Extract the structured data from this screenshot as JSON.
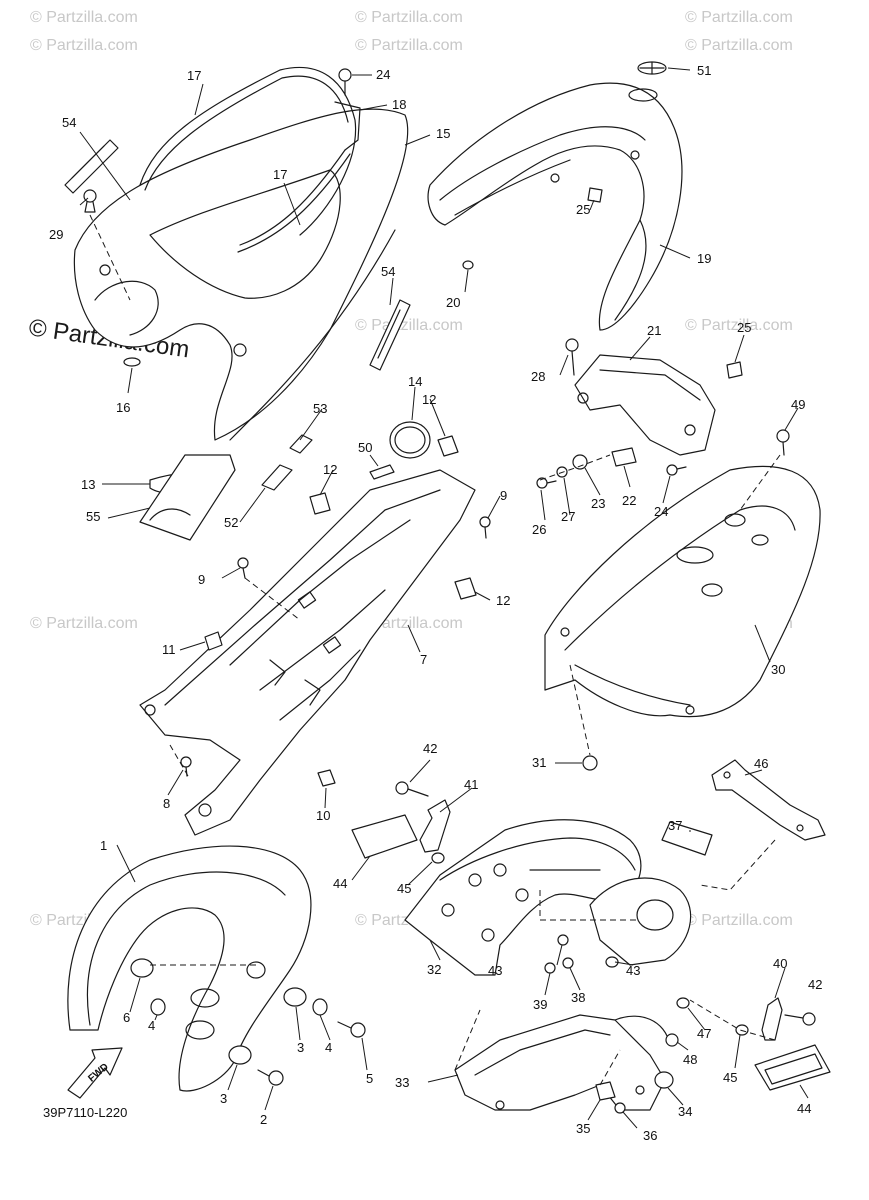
{
  "watermark": {
    "small": "© Partzilla.com",
    "large": "© Partzilla.com"
  },
  "diagram_code": "39P7110-L220",
  "fwd_label": "FWD",
  "callouts": [
    {
      "id": "c1",
      "label": "1"
    },
    {
      "id": "c2",
      "label": "2"
    },
    {
      "id": "c3a",
      "label": "3"
    },
    {
      "id": "c3b",
      "label": "3"
    },
    {
      "id": "c4a",
      "label": "4"
    },
    {
      "id": "c4b",
      "label": "4"
    },
    {
      "id": "c5",
      "label": "5"
    },
    {
      "id": "c6",
      "label": "6"
    },
    {
      "id": "c7",
      "label": "7"
    },
    {
      "id": "c8",
      "label": "8"
    },
    {
      "id": "c9a",
      "label": "9"
    },
    {
      "id": "c9b",
      "label": "9"
    },
    {
      "id": "c10",
      "label": "10"
    },
    {
      "id": "c11",
      "label": "11"
    },
    {
      "id": "c12a",
      "label": "12"
    },
    {
      "id": "c12b",
      "label": "12"
    },
    {
      "id": "c12c",
      "label": "12"
    },
    {
      "id": "c13",
      "label": "13"
    },
    {
      "id": "c14",
      "label": "14"
    },
    {
      "id": "c15",
      "label": "15"
    },
    {
      "id": "c16",
      "label": "16"
    },
    {
      "id": "c17a",
      "label": "17"
    },
    {
      "id": "c17b",
      "label": "17"
    },
    {
      "id": "c18",
      "label": "18"
    },
    {
      "id": "c19",
      "label": "19"
    },
    {
      "id": "c20",
      "label": "20"
    },
    {
      "id": "c21",
      "label": "21"
    },
    {
      "id": "c22",
      "label": "22"
    },
    {
      "id": "c23",
      "label": "23"
    },
    {
      "id": "c24a",
      "label": "24"
    },
    {
      "id": "c24b",
      "label": "24"
    },
    {
      "id": "c25a",
      "label": "25"
    },
    {
      "id": "c25b",
      "label": "25"
    },
    {
      "id": "c26",
      "label": "26"
    },
    {
      "id": "c27",
      "label": "27"
    },
    {
      "id": "c28",
      "label": "28"
    },
    {
      "id": "c29",
      "label": "29"
    },
    {
      "id": "c30",
      "label": "30"
    },
    {
      "id": "c31",
      "label": "31"
    },
    {
      "id": "c32",
      "label": "32"
    },
    {
      "id": "c33",
      "label": "33"
    },
    {
      "id": "c34",
      "label": "34"
    },
    {
      "id": "c35",
      "label": "35"
    },
    {
      "id": "c36",
      "label": "36"
    },
    {
      "id": "c37",
      "label": "37"
    },
    {
      "id": "c38",
      "label": "38"
    },
    {
      "id": "c39",
      "label": "39"
    },
    {
      "id": "c40",
      "label": "40"
    },
    {
      "id": "c41",
      "label": "41"
    },
    {
      "id": "c42a",
      "label": "42"
    },
    {
      "id": "c42b",
      "label": "42"
    },
    {
      "id": "c43a",
      "label": "43"
    },
    {
      "id": "c43b",
      "label": "43"
    },
    {
      "id": "c44a",
      "label": "44"
    },
    {
      "id": "c44b",
      "label": "44"
    },
    {
      "id": "c45a",
      "label": "45"
    },
    {
      "id": "c45b",
      "label": "45"
    },
    {
      "id": "c46",
      "label": "46"
    },
    {
      "id": "c47",
      "label": "47"
    },
    {
      "id": "c48",
      "label": "48"
    },
    {
      "id": "c49",
      "label": "49"
    },
    {
      "id": "c50",
      "label": "50"
    },
    {
      "id": "c51",
      "label": "51"
    },
    {
      "id": "c52",
      "label": "52"
    },
    {
      "id": "c53",
      "label": "53"
    },
    {
      "id": "c54a",
      "label": "54"
    },
    {
      "id": "c54b",
      "label": "54"
    },
    {
      "id": "c55",
      "label": "55"
    }
  ]
}
